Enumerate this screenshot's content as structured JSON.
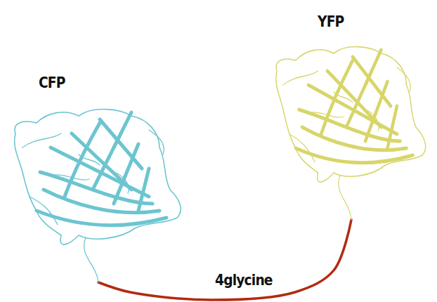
{
  "diagram": {
    "nodes": [
      {
        "text": [
          "CFP"
        ]
      },
      {
        "text": [
          "YFP"
        ]
      }
    ],
    "edges": [
      {
        "from": 0,
        "to": 1,
        "arrow": "none",
        "label": "4glycine"
      }
    ]
  }
}
